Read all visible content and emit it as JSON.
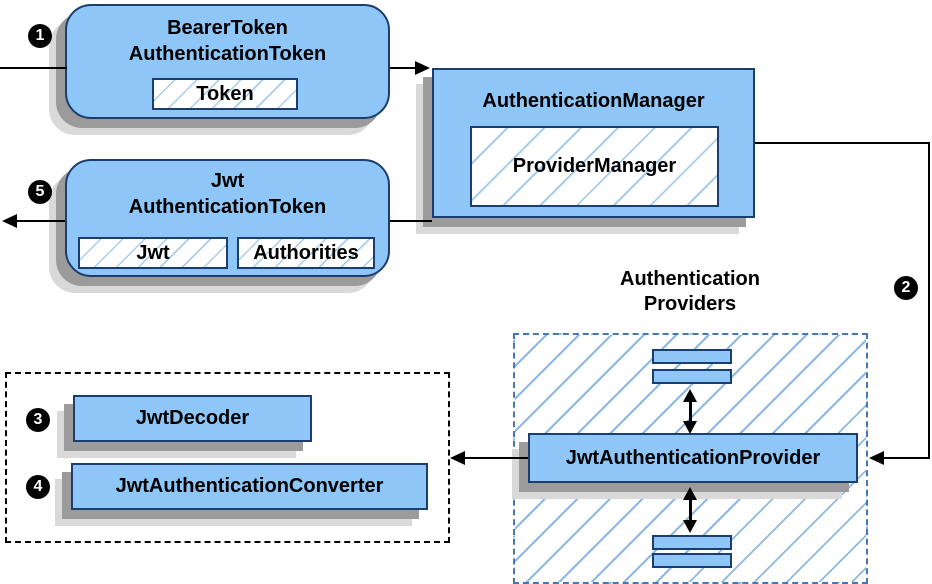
{
  "colors": {
    "node_fill": "#8dc6f7",
    "node_border": "#1c3e6e",
    "member_hatch_line": "#a9cdec",
    "providers_hatch_line": "#8cb8e4",
    "providers_border": "#4577b5",
    "dashed_group_border": "#000000",
    "shadow_dark": "#9b9b9b",
    "shadow_light": "#d9d9d9",
    "arrow_color": "#000000",
    "badge_background": "#000000",
    "badge_text_color": "#ffffff",
    "text_color": "#000000",
    "canvas_background": "#ffffff"
  },
  "badges": {
    "step1": "1",
    "step2": "2",
    "step3": "3",
    "step4": "4",
    "step5": "5"
  },
  "bearer_token_node": {
    "title_line1": "BearerToken",
    "title_line2": "AuthenticationToken",
    "member_token": "Token"
  },
  "authentication_manager_node": {
    "title": "AuthenticationManager",
    "member_provider_manager": "ProviderManager"
  },
  "jwt_token_node": {
    "title_line1": "Jwt",
    "title_line2": "AuthenticationToken",
    "member_jwt": "Jwt",
    "member_authorities": "Authorities"
  },
  "providers_group": {
    "label_line1": "Authentication",
    "label_line2": "Providers",
    "provider_box": "JwtAuthenticationProvider"
  },
  "decoder_group": {
    "decoder_box": "JwtDecoder",
    "converter_box": "JwtAuthenticationConverter"
  }
}
